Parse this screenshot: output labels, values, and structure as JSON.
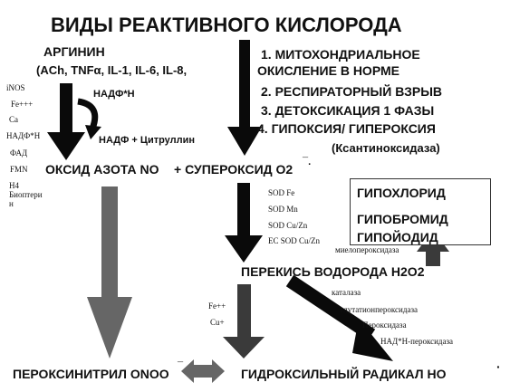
{
  "title": "ВИДЫ РЕАКТИВНОГО КИСЛОРОДА",
  "arginine": {
    "label": "АРГИНИН",
    "mediators": "(ACh, TNFα, IL-1, IL-6, IL-8,",
    "nadph": "НАДФ*Н",
    "products": "НАДФ + Цитруллин",
    "cofactors": [
      "iNOS",
      "Fe+++",
      "Ca",
      "НАДФ*Н",
      "ФАД",
      "FMN",
      "H4",
      "Биоптери",
      "н"
    ]
  },
  "sources": [
    "1. МИТОХОНДРИАЛЬНОЕ",
    "ОКИСЛЕНИЕ В НОРМЕ",
    "2. РЕСПИРАТОРНЫЙ ВЗРЫВ",
    "3. ДЕТОКСИКАЦИЯ 1 ФАЗЫ",
    "4. ГИПОКСИЯ/ ГИПЕРОКСИЯ",
    "(Ксантиноксидаза)"
  ],
  "nitric_oxide": "ОКСИД АЗОТА NO",
  "superoxide": "+ СУПЕРОКСИД О2",
  "superoxide_charge": "¯.",
  "sod_list": [
    "SOD Fe",
    "SOD Mn",
    "SOD Cu/Zn",
    "EC SOD Cu/Zn"
  ],
  "halides": [
    "ГИПОХЛОРИД",
    "ГИПОБРОМИД",
    "ГИПОЙОДИД"
  ],
  "myeloperoxidase": "миелопероксидаза",
  "hydrogen_peroxide": "ПЕРЕКИСЬ ВОДОРОДА Н2О2",
  "metals": [
    "Fe++",
    "Cu+"
  ],
  "enzymes": [
    "каталаза",
    "глутатионпероксидаза",
    "Пероксидаза",
    "НАД*Н-пероксидаза"
  ],
  "peroxynitrite": "ПЕРОКСИНИТРИЛ ONOO",
  "peroxynitrite_charge": "¯",
  "hydroxyl": "ГИДРОКСИЛЬНЫЙ РАДИКАЛ  НО",
  "hydroxyl_dot": "·",
  "colors": {
    "black": "#0a0a0a",
    "dark_gray": "#3a3a3a",
    "mid_gray": "#666666",
    "light_gray": "#9a9a9a"
  }
}
